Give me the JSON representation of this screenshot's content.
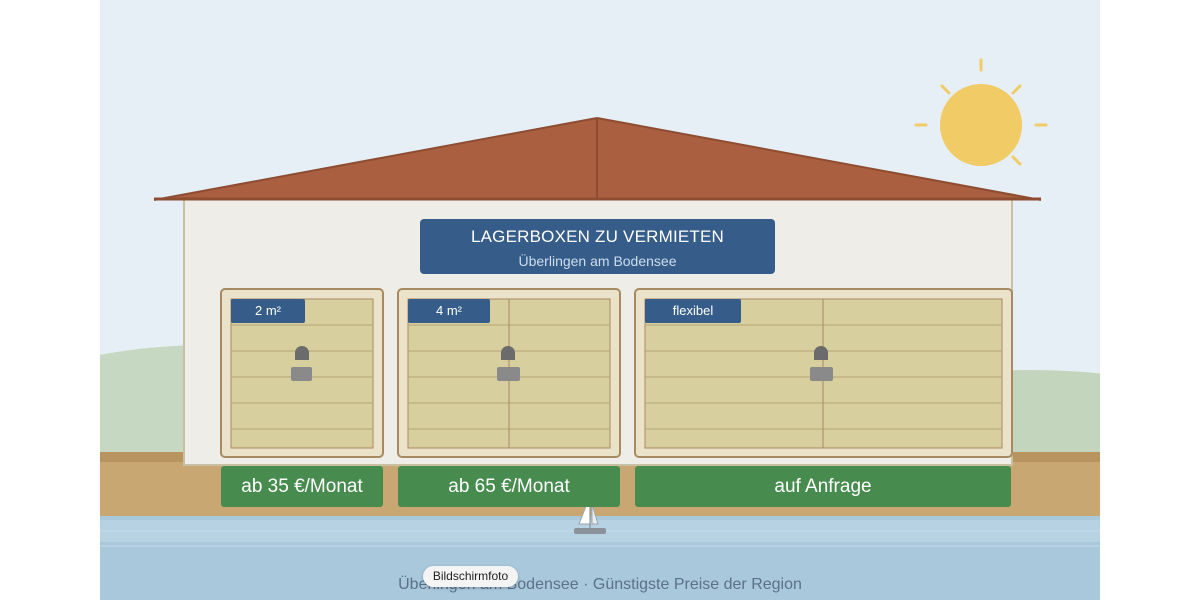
{
  "sign": {
    "title": "LAGERBOXEN ZU VERMIETEN",
    "subtitle": "Überlingen am Bodensee"
  },
  "boxes": [
    {
      "size": "2 m²",
      "price": "ab 35 €/Monat"
    },
    {
      "size": "4 m²",
      "price": "ab 65 €/Monat"
    },
    {
      "size": "flexibel",
      "price": "auf Anfrage"
    }
  ],
  "footer": {
    "text": "Überlingen am Bodensee · Günstigste Preise der Region"
  },
  "tooltip": {
    "text": "Bildschirmfoto"
  },
  "colors": {
    "sky": "#e6eff5",
    "roof": "#a95f40",
    "wall": "#efede7",
    "door": "#d8cf9e",
    "sign": "#365d8a",
    "price": "#478b4f",
    "sun": "#f0cb66",
    "water": "#a9c8dc",
    "ground": "#c9a772"
  }
}
